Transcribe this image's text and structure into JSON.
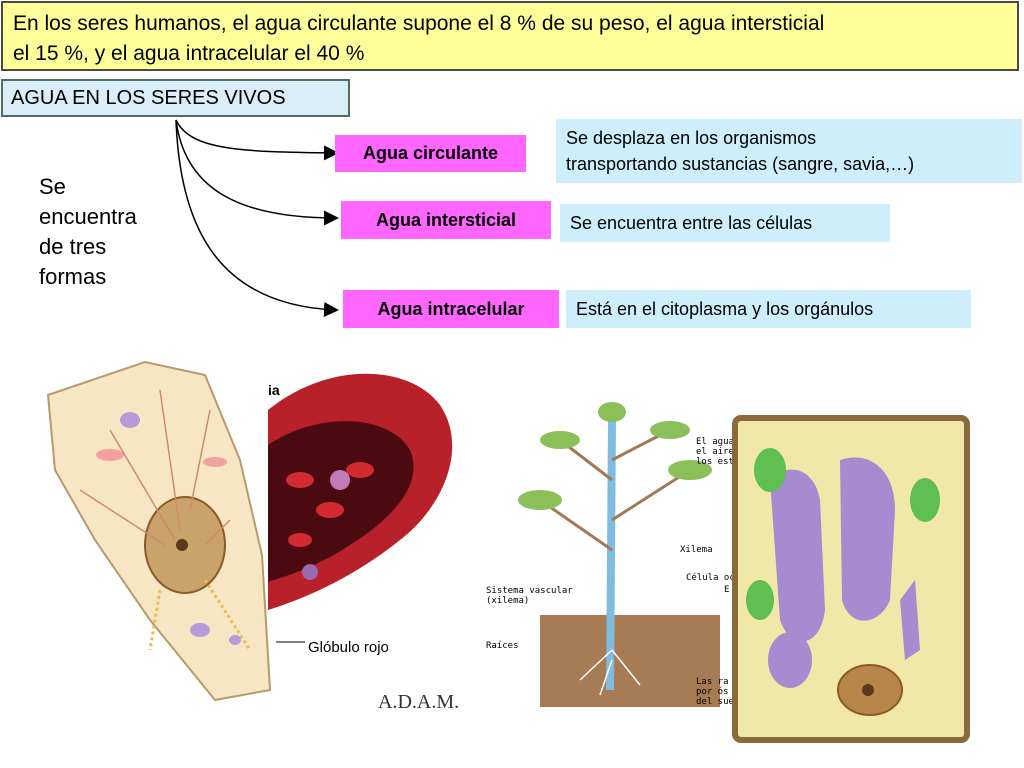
{
  "header": {
    "line1": "En los seres humanos, el agua circulante supone el 8 % de su peso, el agua intersticial",
    "line2": "el 15 %, y el agua intracelular el 40 %"
  },
  "topic": "AGUA EN LOS SERES VIVOS",
  "side_text": [
    "Se",
    "encuentra",
    "de tres",
    "formas"
  ],
  "forms": [
    {
      "label": "Agua circulante",
      "desc_lines": [
        "Se desplaza en los organismos",
        "transportando sustancias (sangre, savia,…)"
      ]
    },
    {
      "label": "Agua intersticial",
      "desc_lines": [
        "Se encuentra entre las células"
      ]
    },
    {
      "label": "Agua intracelular",
      "desc_lines": [
        "Está en el citoplasma y los orgánulos"
      ]
    }
  ],
  "figures": {
    "blood": {
      "label_top": "ia",
      "label": "Glóbulo rojo",
      "logo": "A.D.A.M."
    },
    "plant": {
      "labels": [
        "El agua",
        "el aire",
        "los est",
        "Xilema",
        "Célula oc",
        "E",
        "Sistema vascular",
        "(xilema)",
        "Raíces",
        "Las ra",
        "por ós",
        "del sue"
      ]
    }
  },
  "colors": {
    "header_bg": "#ffff99",
    "topic_bg": "#d9eef8",
    "label_bg": "#ff66ff",
    "desc_bg": "#cfeefb"
  }
}
